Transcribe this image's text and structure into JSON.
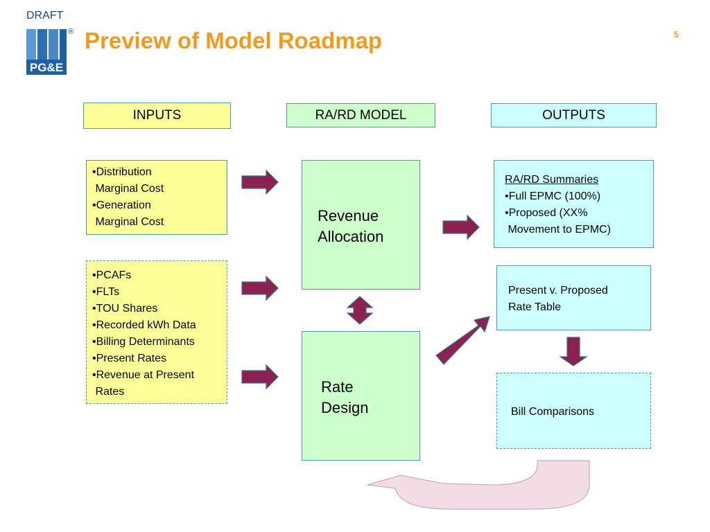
{
  "header": {
    "draft_label": "DRAFT",
    "title": "Preview of Model Roadmap",
    "slide_number": "5",
    "logo_text": "PG&E",
    "registered_mark": "®"
  },
  "columns": {
    "inputs": "INPUTS",
    "model": "RA/RD MODEL",
    "outputs": "OUTPUTS"
  },
  "inputs": {
    "box1": [
      "•Distribution",
      " Marginal Cost",
      "•Generation",
      " Marginal Cost"
    ],
    "box2": [
      "•PCAFs",
      "•FLTs",
      "•TOU Shares",
      "•Recorded kWh Data",
      "•Billing Determinants",
      "•Present Rates",
      "•Revenue at Present",
      " Rates"
    ]
  },
  "model": {
    "revenue_allocation": [
      "Revenue",
      "Allocation"
    ],
    "rate_design": [
      "Rate",
      "Design"
    ]
  },
  "outputs": {
    "summaries_title": "RA/RD Summaries",
    "summaries_items": [
      "•Full EPMC (100%)",
      "•Proposed (XX%",
      " Movement to EPMC)"
    ],
    "rate_table": [
      "Present v. Proposed",
      "Rate Table"
    ],
    "bill_comparisons": "Bill Comparisons"
  },
  "colors": {
    "arrow_fill": "#8b2252",
    "arrow_stroke": "#3a6f8f",
    "return_arrow_fill": "#f2dce6",
    "title_orange": "#f39a1c",
    "logo_blue": "#1f5fa8"
  }
}
